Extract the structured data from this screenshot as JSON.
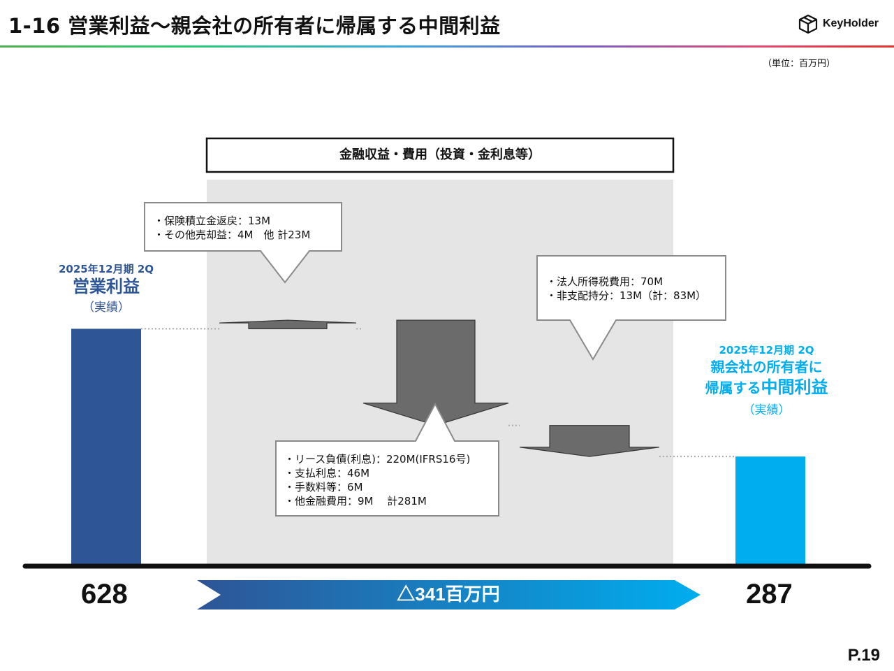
{
  "header": {
    "title": "1-16  営業利益〜親会社の所有者に帰属する中間利益",
    "logo_text": "KeyHolder"
  },
  "unit_note": "（単位：百万円）",
  "colors": {
    "start_bar": "#2E5596",
    "end_bar": "#00ADEF",
    "step_arrow": "#6B6B6B",
    "band_bg": "#E5E5E5"
  },
  "chart_data": {
    "type": "bar",
    "subtype": "waterfall",
    "unit": "百万円",
    "categories": [
      "2025年12月期 2Q 営業利益（実績）",
      "",
      "",
      "",
      "2025年12月期 2Q 親会社の所有者に帰属する中間利益（実績）"
    ],
    "values": [
      628,
      23,
      -281,
      -83,
      287
    ],
    "labels": [
      "628",
      "",
      "",
      "",
      "287"
    ],
    "total_change": "△341百万円",
    "group_label": "金融収益・費用（投資・金利息等）"
  },
  "start": {
    "period": "2025年12月期 2Q",
    "name": "営業利益",
    "note": "（実績）",
    "value_label": "628"
  },
  "end": {
    "period": "2025年12月期 2Q",
    "name_line1": "親会社の所有者に",
    "name_line2_a": "帰属する",
    "name_line2_b": "中間利益",
    "note": "（実績）",
    "value_label": "287"
  },
  "callouts": {
    "income": [
      "・保険積立金返戻：13M",
      "・その他売却益：4M　他  計23M"
    ],
    "finance": [
      "・リース負債(利息)：220M(IFRS16号)",
      "・支払利息：46M",
      "・手数料等：6M",
      "・他金融費用：9M　 計281M"
    ],
    "tax": [
      "・法人所得税費用：70M",
      "・非支配持分：13M（計：83M）"
    ]
  },
  "delta_label": "△341百万円",
  "page_number": "P.19"
}
